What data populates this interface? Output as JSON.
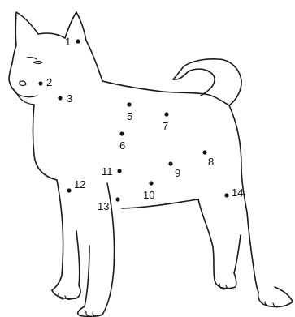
{
  "diagram": {
    "subject": "dog-outline",
    "points": [
      {
        "label": "1"
      },
      {
        "label": "2"
      },
      {
        "label": "3"
      },
      {
        "label": "5"
      },
      {
        "label": "6"
      },
      {
        "label": "7"
      },
      {
        "label": "8"
      },
      {
        "label": "9"
      },
      {
        "label": "10"
      },
      {
        "label": "11"
      },
      {
        "label": "12"
      },
      {
        "label": "13"
      },
      {
        "label": "14"
      }
    ]
  }
}
